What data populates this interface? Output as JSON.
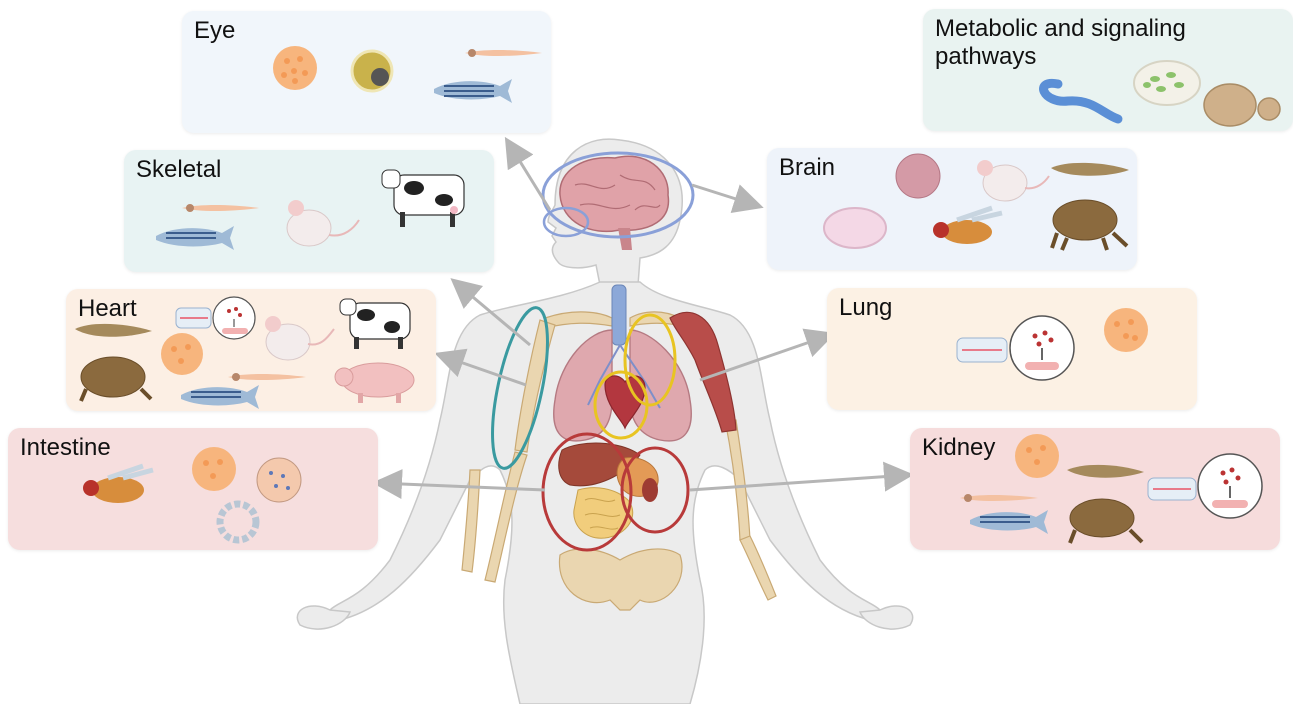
{
  "panels": {
    "eye": {
      "title": "Eye",
      "color": "#f1f6fb"
    },
    "metabolic": {
      "title": "Metabolic and signaling\npathways",
      "color": "#e9f3f1"
    },
    "skeletal": {
      "title": "Skeletal",
      "color": "#e8f3f3"
    },
    "brain": {
      "title": "Brain",
      "color": "#eef3fa"
    },
    "heart": {
      "title": "Heart",
      "color": "#fcefe4"
    },
    "lung": {
      "title": "Lung",
      "color": "#fcf1e4"
    },
    "intestine": {
      "title": "Intestine",
      "color": "#f6dede"
    },
    "kidney": {
      "title": "Kidney",
      "color": "#f6dcdc"
    }
  },
  "ring_colors": {
    "brain": "#8aa0d8",
    "skeletal": "#3a9aa0",
    "heart_lung": "#e8c422",
    "intestine_kidney": "#b83a3a"
  },
  "icons": [
    "organoid-icon",
    "embryo-icon",
    "zebrafish-larva-icon",
    "zebrafish-icon",
    "mouse-icon",
    "cow-icon",
    "pig-icon",
    "frog-icon",
    "tadpole-icon",
    "fruit-fly-icon",
    "organ-chip-icon",
    "petri-dish-icon",
    "nematode-icon",
    "yeast-icon"
  ]
}
